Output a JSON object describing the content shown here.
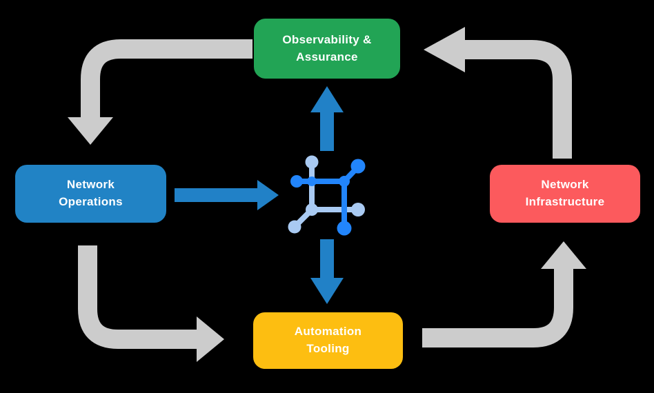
{
  "diagram": {
    "background_color": "#000000",
    "colors": {
      "arrow_gray": "#cccccc",
      "arrow_blue": "#2181c7",
      "icon_dark_blue": "#2285fb",
      "icon_light_blue": "#a9caf2",
      "label_text": "#ffffff"
    },
    "nodes": {
      "observability": {
        "label": "Observability &\nAssurance",
        "color": "#22a455"
      },
      "network_operations": {
        "label": "Network\nOperations",
        "color": "#2183c5"
      },
      "network_infrastructure": {
        "label": "Network\nInfrastructure",
        "color": "#fc5a5d"
      },
      "automation_tooling": {
        "label": "Automation\nTooling",
        "color": "#fdbe11"
      }
    },
    "center_icon": {
      "name": "network-mesh-icon"
    },
    "flows": [
      {
        "from": "Observability & Assurance",
        "to": "Network Operations",
        "style": "gray-elbow"
      },
      {
        "from": "Network Operations",
        "to": "Automation Tooling",
        "style": "gray-elbow"
      },
      {
        "from": "Automation Tooling",
        "to": "Network Infrastructure",
        "style": "gray-elbow"
      },
      {
        "from": "Network Infrastructure",
        "to": "Observability & Assurance",
        "style": "gray-elbow"
      },
      {
        "from": "Network Operations",
        "to": "center-icon",
        "style": "blue-straight"
      },
      {
        "from": "center-icon",
        "to": "Observability & Assurance",
        "style": "blue-straight"
      },
      {
        "from": "center-icon",
        "to": "Automation Tooling",
        "style": "blue-straight"
      }
    ]
  }
}
